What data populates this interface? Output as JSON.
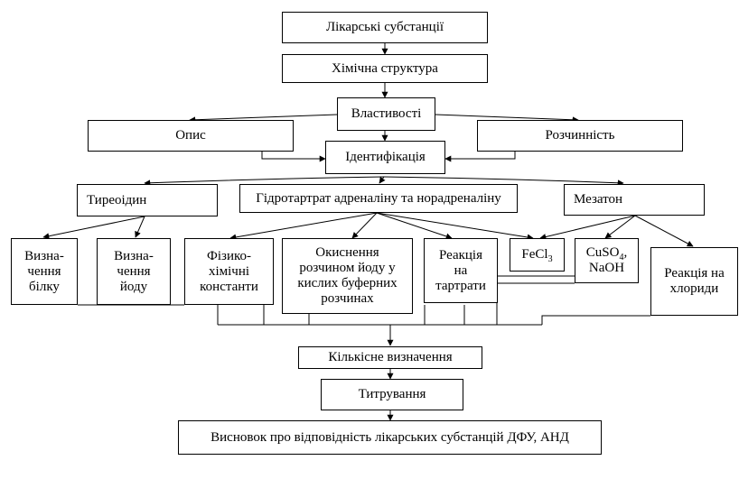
{
  "nodes": {
    "substances": "Лікарські субстанції",
    "structure": "Хімічна структура",
    "properties": "Властивості",
    "description": "Опис",
    "solubility": "Розчинність",
    "identification": "Ідентифікація",
    "thyreoidin": "Тиреоідин",
    "hydrotartrate": "Гідротартрат адреналіну та норадреналіну",
    "mesaton": "Мезатон",
    "protein_line1": "Визна-",
    "protein_line2": "чення",
    "protein_line3": "білку",
    "iodine_line1": "Визна-",
    "iodine_line2": "чення",
    "iodine_line3": "йоду",
    "physchem_line1": "Фізико-",
    "physchem_line2": "хімічні",
    "physchem_line3": "константи",
    "oxidation_line1": "Окиснення",
    "oxidation_line2": "розчином йоду у",
    "oxidation_line3": "кислих буферних",
    "oxidation_line4": "розчинах",
    "tartrate_line1": "Реакція",
    "tartrate_line2": "на",
    "tartrate_line3": "тартрати",
    "fecl3_main": "FeCl",
    "fecl3_sub": "3",
    "cuso4_main": "CuSO",
    "cuso4_sub": "4",
    "cuso4_comma": ",",
    "cuso4_line2": "NaOH",
    "chloride_line1": "Реакція на",
    "chloride_line2": "хлориди",
    "quantitative": "Кількісне визначення",
    "titration": "Титрування",
    "conclusion": "Висновок про відповідність лікарських субстанцій ДФУ, АНД"
  }
}
